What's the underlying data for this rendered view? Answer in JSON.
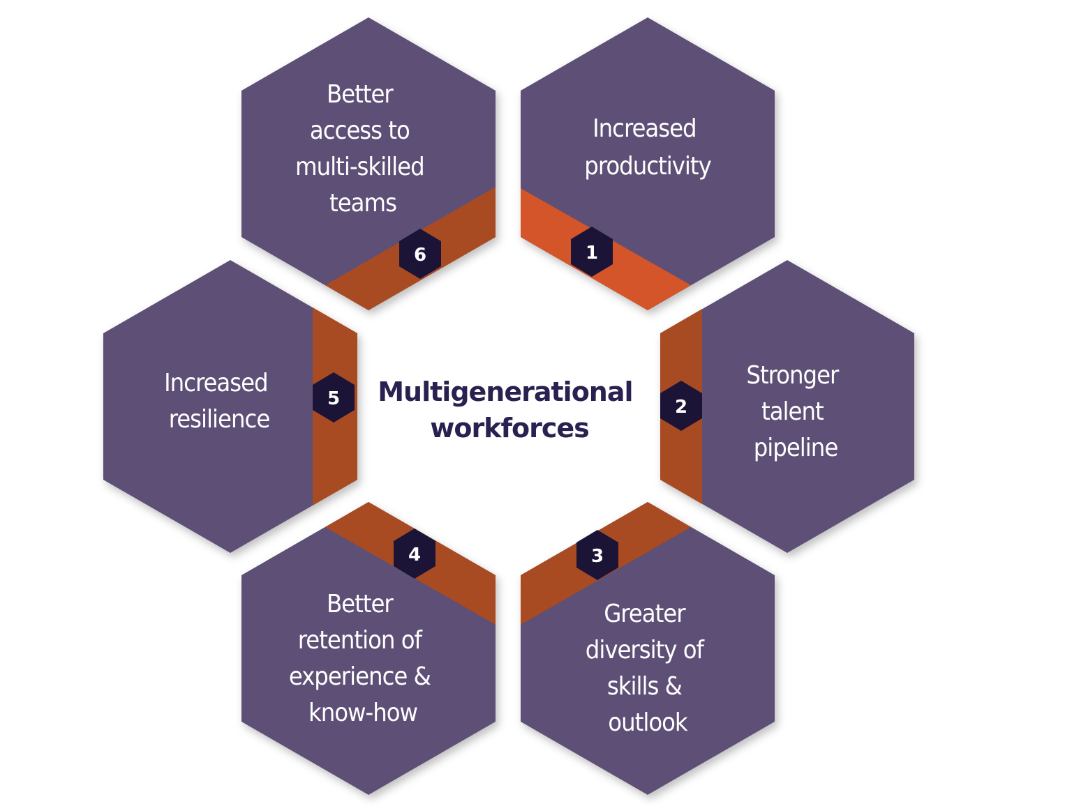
{
  "center": {
    "lines": [
      "Multigenerational",
      "workforces"
    ]
  },
  "colors": {
    "hexagon": "#5d5074",
    "band": "#a94b24",
    "band_accent": "#d4542a",
    "badge": "#1b1437",
    "text_light": "#ffffff",
    "text_dark": "#2a2150"
  },
  "benefits": [
    {
      "number": "1",
      "lines": [
        "Increased",
        "productivity"
      ]
    },
    {
      "number": "2",
      "lines": [
        "Stronger",
        "talent",
        "pipeline"
      ]
    },
    {
      "number": "3",
      "lines": [
        "Greater",
        "diversity of",
        "skills &",
        "outlook"
      ]
    },
    {
      "number": "4",
      "lines": [
        "Better",
        "retention of",
        "experience &",
        "know-how"
      ]
    },
    {
      "number": "5",
      "lines": [
        "Increased",
        "resilience"
      ]
    },
    {
      "number": "6",
      "lines": [
        "Better",
        "access to",
        "multi-skilled",
        "teams"
      ]
    }
  ]
}
